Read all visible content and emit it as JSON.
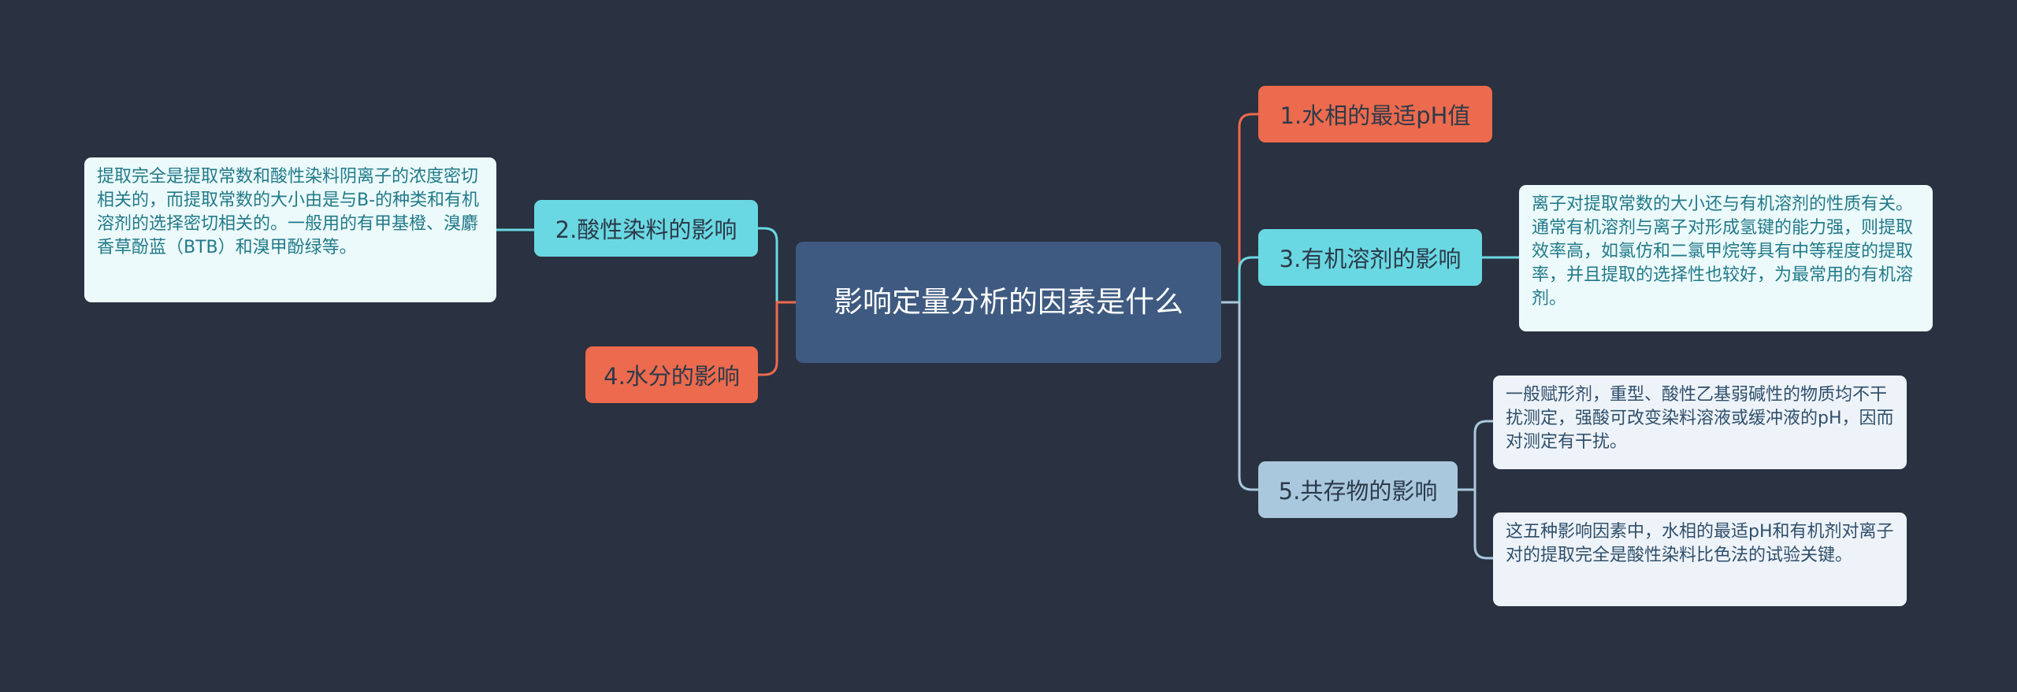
{
  "root": {
    "title": "影响定量分析的因素是什么"
  },
  "branches": {
    "water_ph": {
      "label": "1.水相的最适pH值"
    },
    "acid_dye": {
      "label": "2.酸性染料的影响",
      "note": "提取完全是提取常数和酸性染料阴离子的浓度密切相关的，而提取常数的大小由是与B-的种类和有机溶剂的选择密切相关的。一般用的有甲基橙、溴麝香草酚蓝（BTB）和溴甲酚绿等。"
    },
    "organic_solvent": {
      "label": "3.有机溶剂的影响",
      "note": "离子对提取常数的大小还与有机溶剂的性质有关。通常有机溶剂与离子对形成氢键的能力强，则提取效率高，如氯仿和二氯甲烷等具有中等程度的提取率，并且提取的选择性也较好，为最常用的有机溶剂。"
    },
    "moisture": {
      "label": "4.水分的影响"
    },
    "coexisting": {
      "label": "5.共存物的影响",
      "notes": [
        "一般赋形剂，重型、酸性乙基弱碱性的物质均不干扰测定，强酸可改变染料溶液或缓冲液的pH，因而对测定有干扰。",
        "这五种影响因素中，水相的最适pH和有机剂对离子对的提取完全是酸性染料比色法的试验关键。"
      ]
    }
  },
  "colors": {
    "background": "#2a3140",
    "root": "#3e5a80",
    "orange": "#ec6a4d",
    "cyan": "#6ad8e2",
    "blue": "#a9c8de"
  }
}
